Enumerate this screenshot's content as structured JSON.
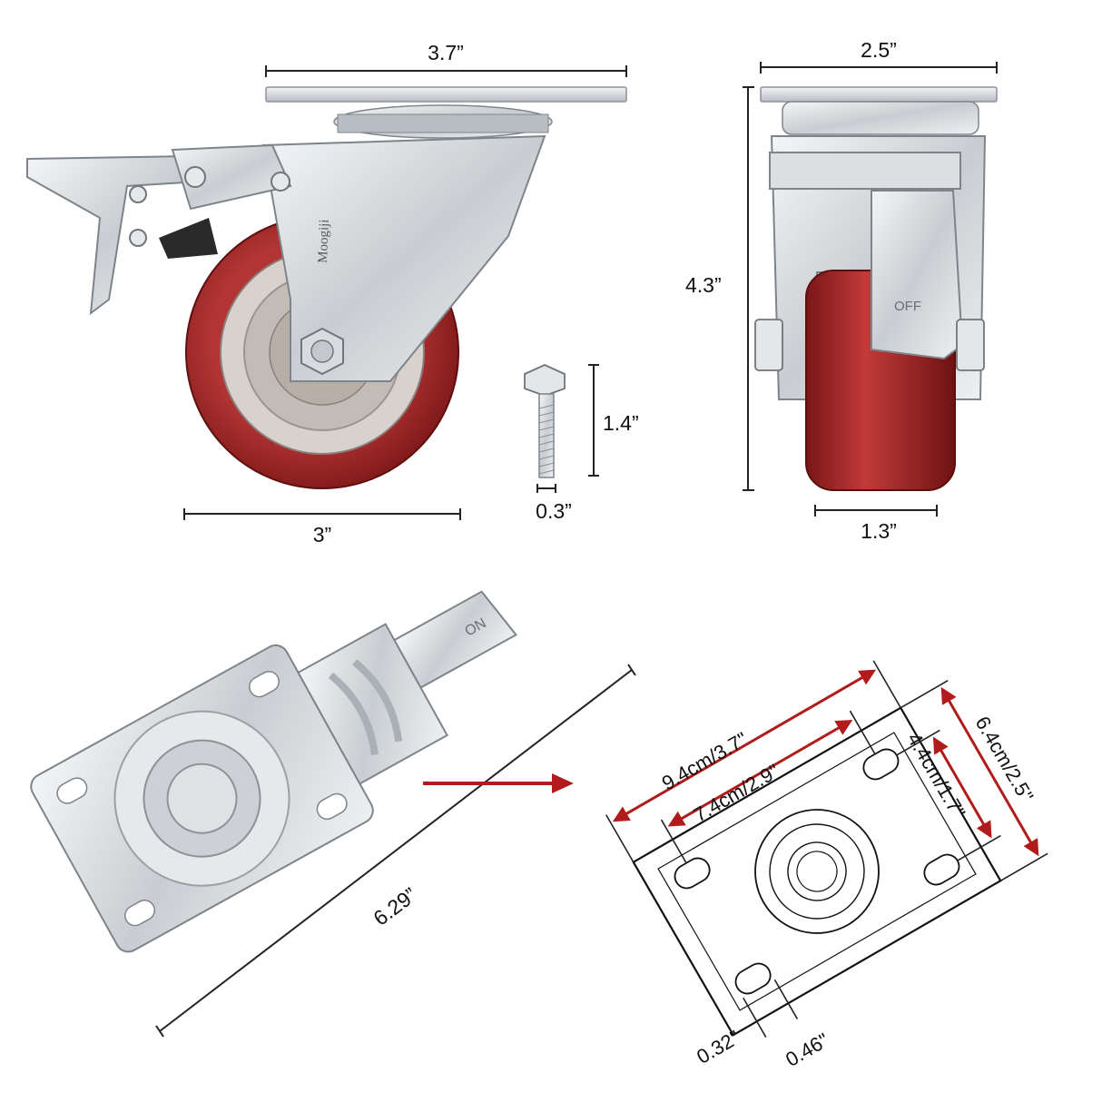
{
  "colors": {
    "wheel": "#a3282a",
    "wheel_dark": "#7a1616",
    "hub": "#cfc7c2",
    "metal": "#d6d9dc",
    "metal_dark": "#9aa0a6",
    "arrow": "#b21b1b"
  },
  "side_view": {
    "top_plate_width": "3.7”",
    "wheel_diameter": "3”",
    "brand": "Moogiji"
  },
  "bolt": {
    "length": "1.4”",
    "diameter": "0.3”"
  },
  "front_view": {
    "plate_width": "2.5”",
    "height": "4.3”",
    "wheel_width": "1.3”",
    "lock_text": "OFF"
  },
  "top_plate_photo": {
    "length": "6.29”",
    "lock_text": "ON"
  },
  "plate_drawing": {
    "outer_length": "9.4cm/3.7\"",
    "hole_spacing_length": "7.4cm/2.9\"",
    "outer_width": "6.4cm/2.5\"",
    "hole_spacing_width": "4.4cm/1.7\"",
    "hole_width": "0.32\"",
    "hole_length": "0.46\""
  }
}
